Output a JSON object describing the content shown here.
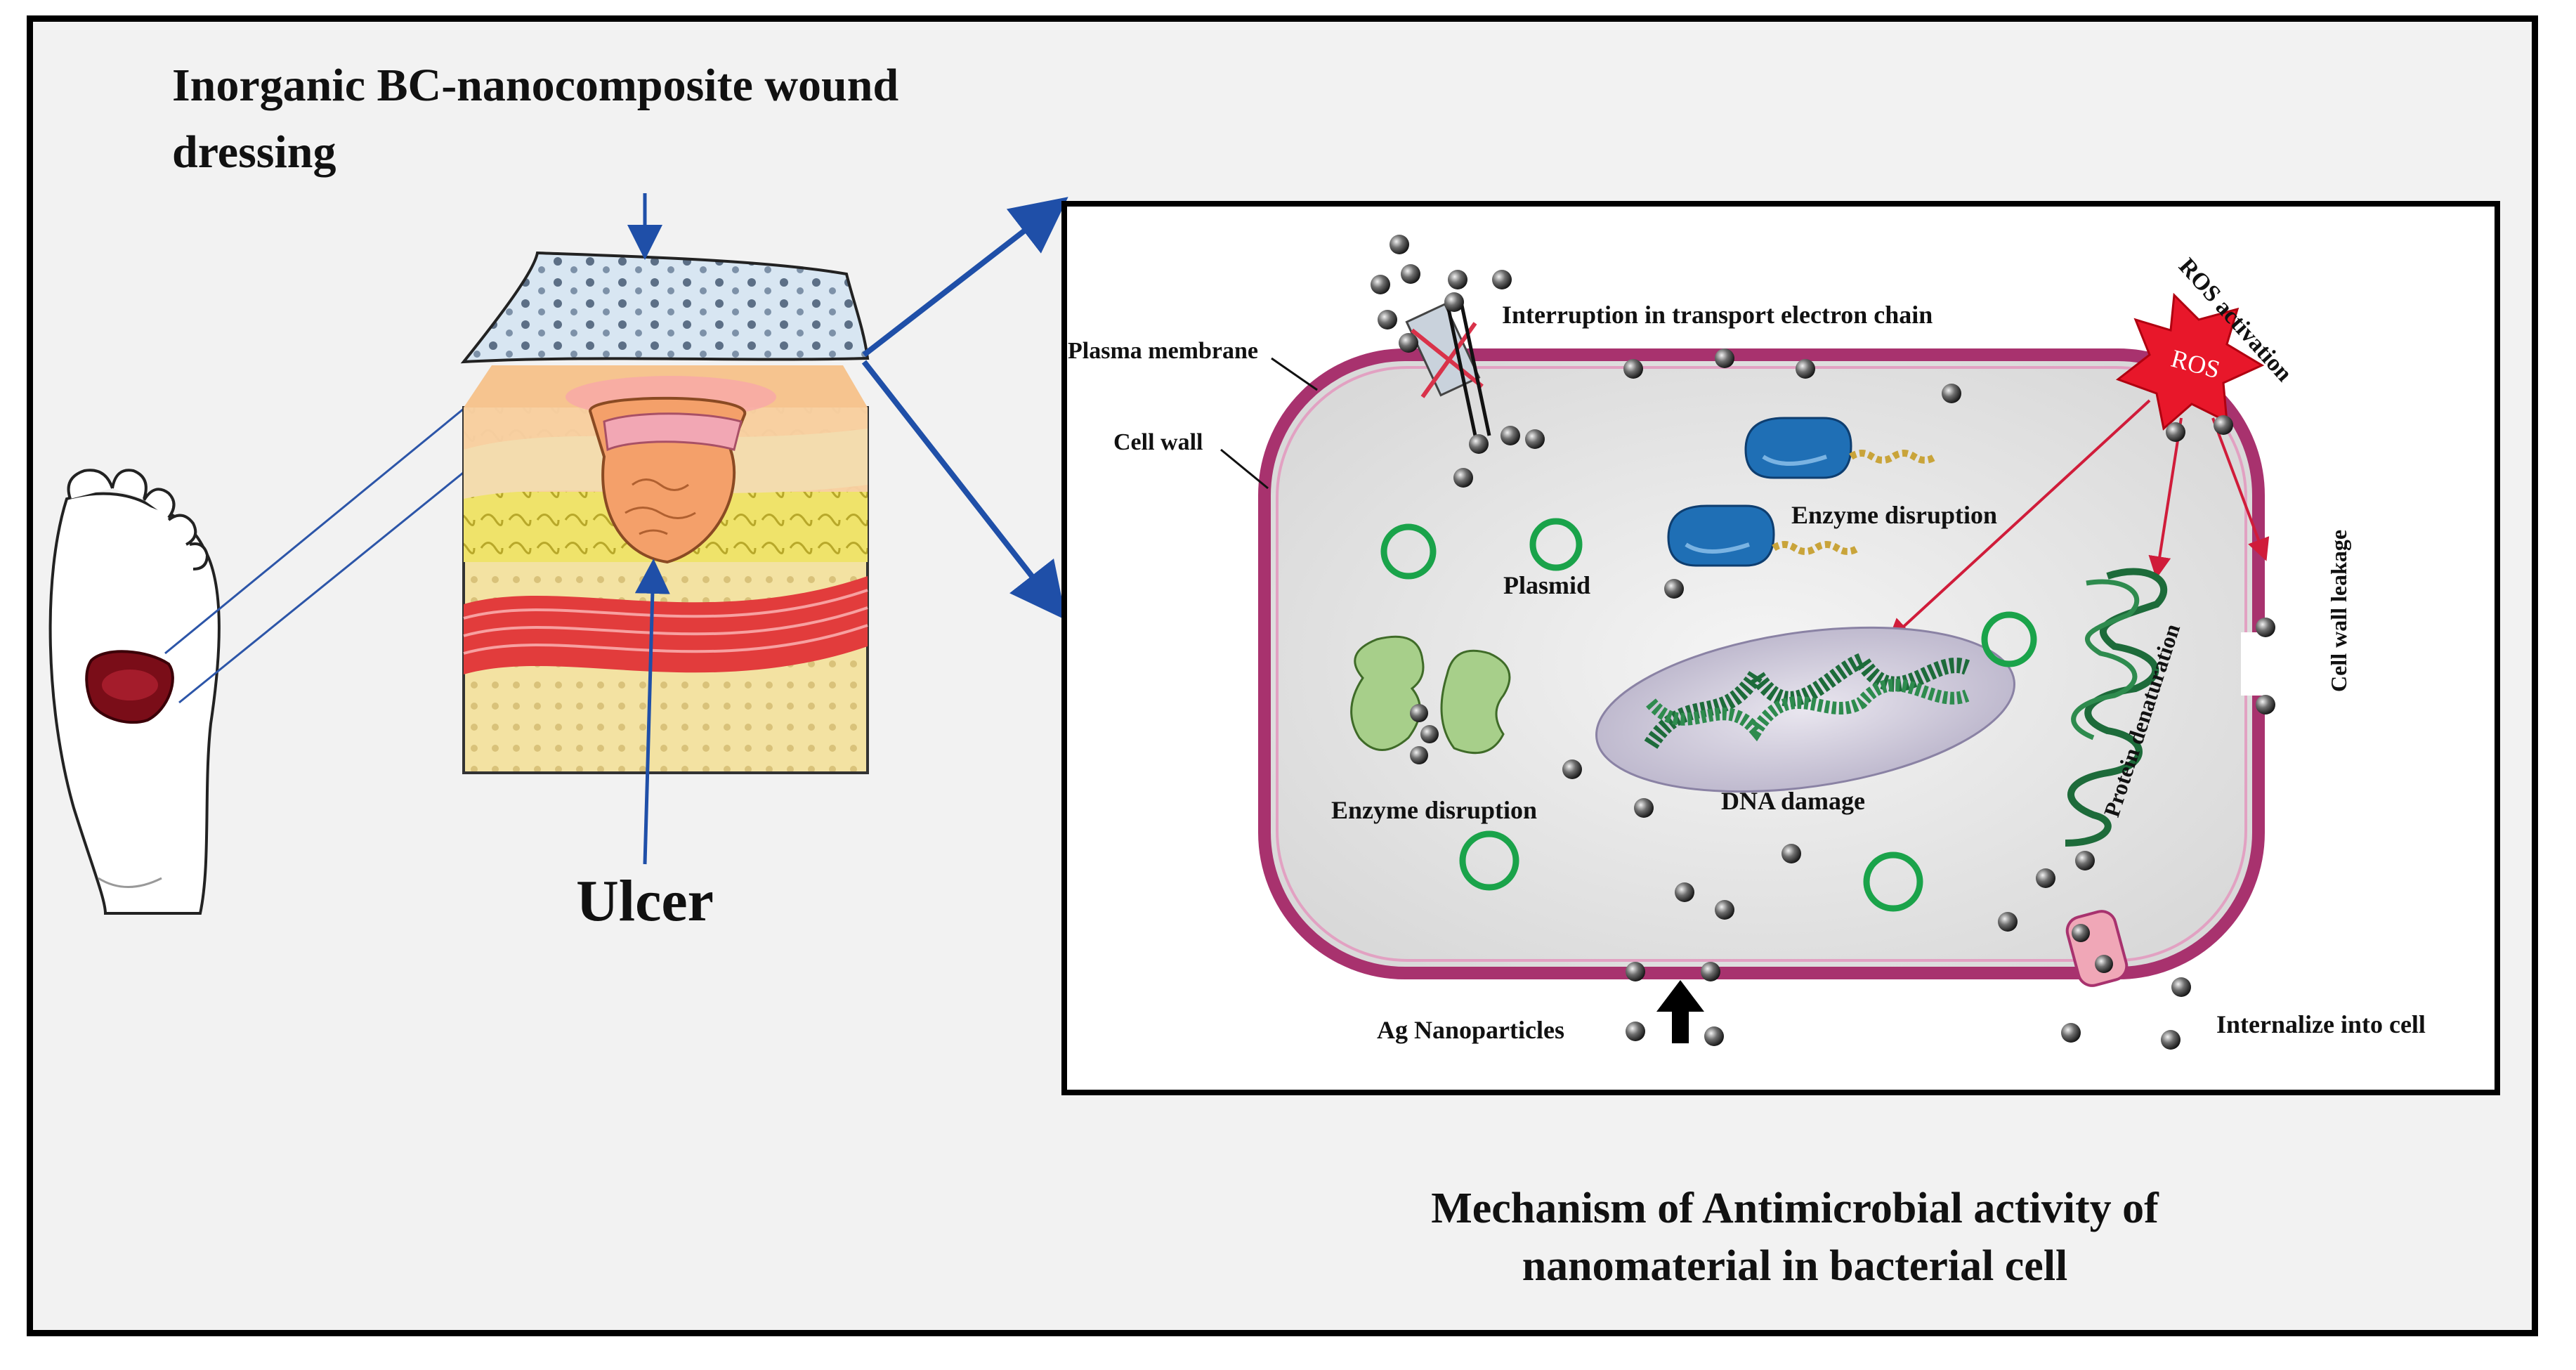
{
  "title": "Inorganic BC-nanocomposite wound dressing",
  "ulcer_label": "Ulcer",
  "caption": [
    "Mechanism of Antimicrobial activity of",
    "nanomaterial in bacterial cell"
  ],
  "labels": {
    "plasma_membrane": "Plasma membrane",
    "cell_wall": "Cell wall",
    "transport_chain": "Interruption in transport electron  chain",
    "ros_activation": "ROS activation",
    "ros": "ROS",
    "enzyme_disruption_top": "Enzyme disruption",
    "plasmid": "Plasmid",
    "cell_wall_leakage": "Cell wall leakage",
    "protein_denaturation": "Protein denaturation",
    "enzyme_disruption_left": "Enzyme disruption",
    "dna_damage": "DNA damage",
    "ag_nanoparticles": "Ag Nanoparticles",
    "internalize": "Internalize into  cell"
  },
  "colors": {
    "arrow_blue": "#1f4fa8",
    "membrane": "#a8326e",
    "plasmid_green": "#1aa34a",
    "ros_red": "#e8172a",
    "enzyme_blue": "#1f6fb5",
    "dna_green": "#1d6b3a",
    "wound": "#7a0d18"
  }
}
